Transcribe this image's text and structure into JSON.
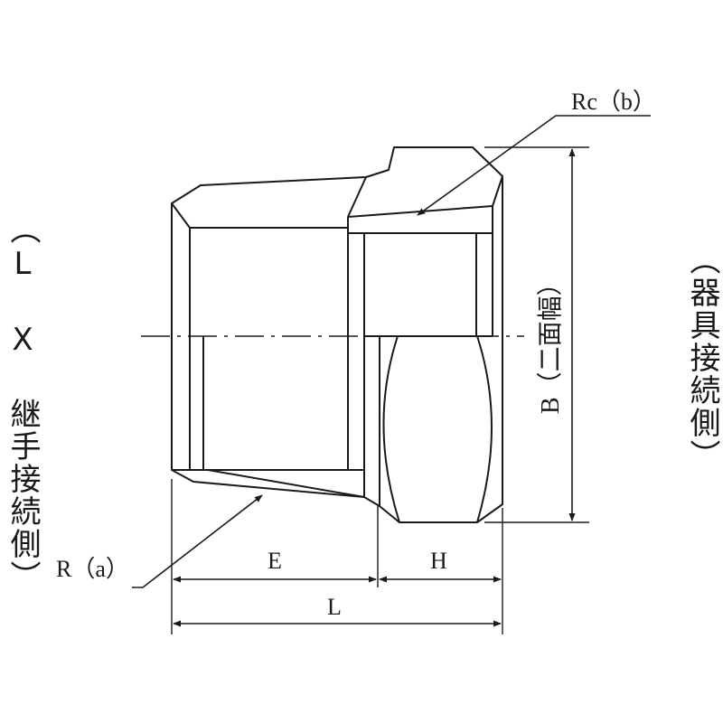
{
  "labels": {
    "left_side": "（L X 継手接続側）",
    "right_side": "（器具接続側）",
    "rc": "Rc（b）",
    "r": "R（a）",
    "e": "E",
    "h": "H",
    "l": "L",
    "b": "B（二面幅）"
  }
}
